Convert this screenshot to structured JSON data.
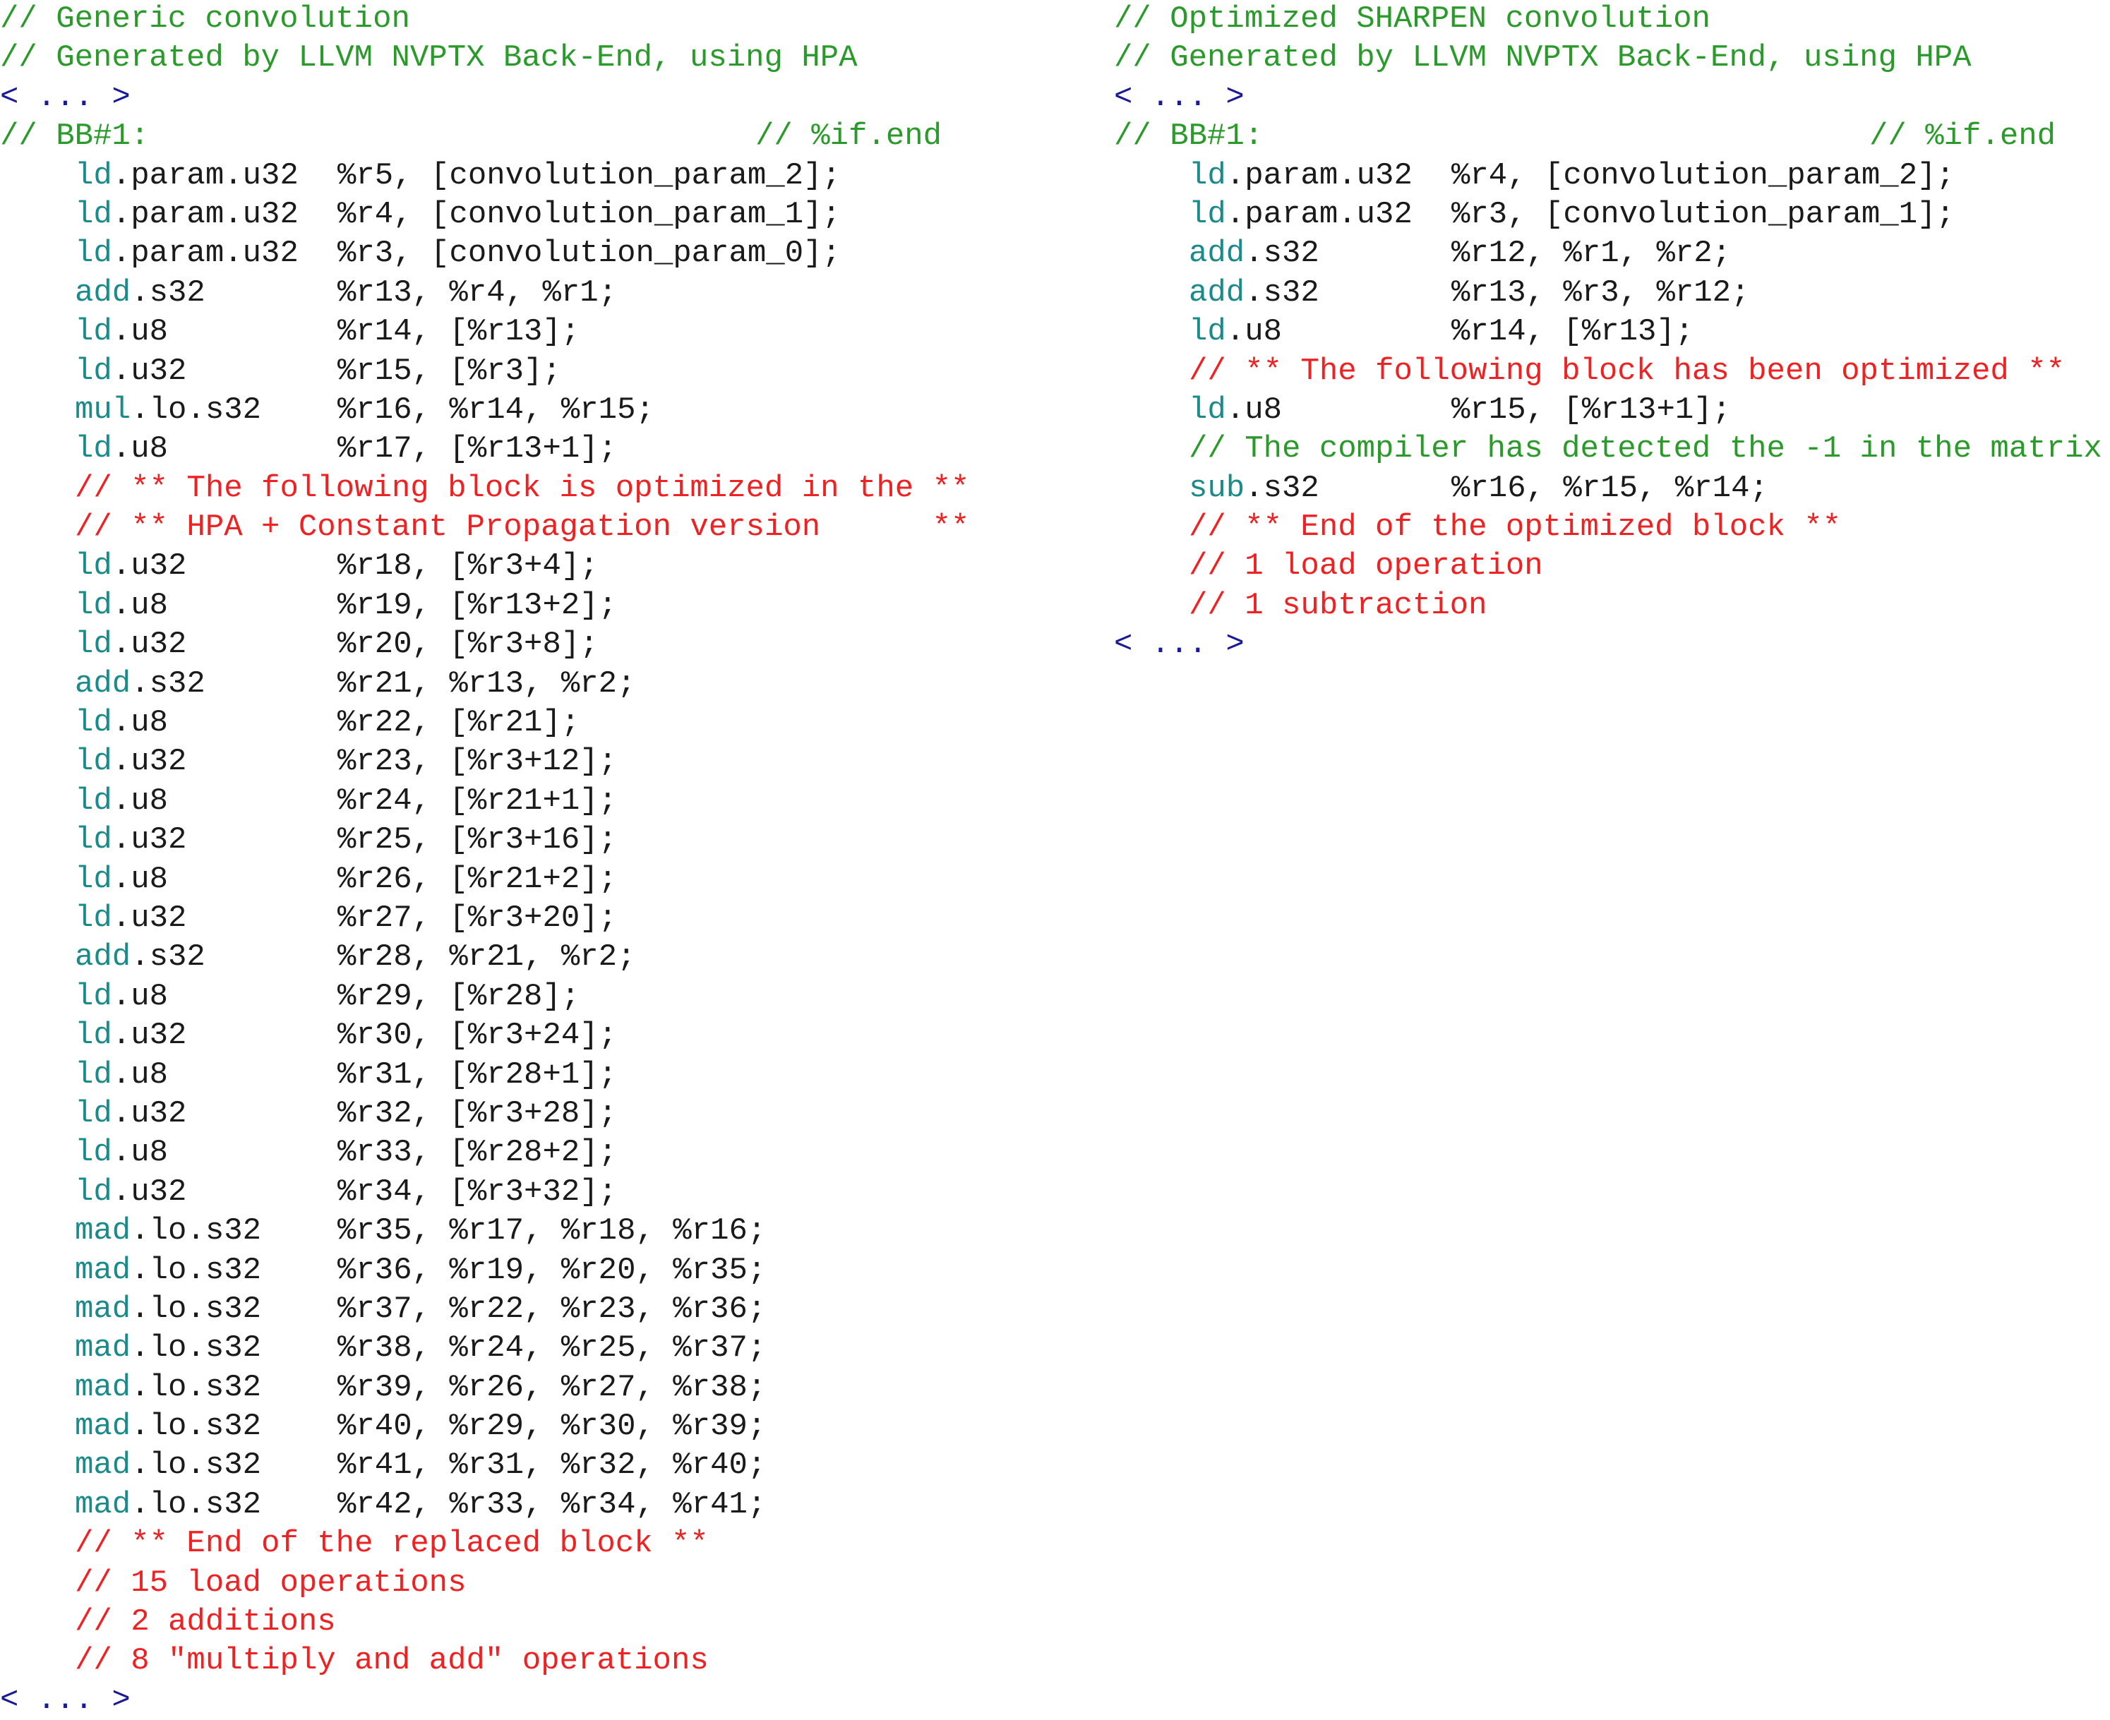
{
  "colors": {
    "comment": "#2a9a2a",
    "highlight_comment": "#ee2222",
    "ellipsis": "#1a1a99",
    "opcode": "#1a8a8a",
    "text": "#1a1a1a"
  },
  "left": {
    "header": [
      "// Generic convolution",
      "// Generated by LLVM NVPTX Back-End, using HPA"
    ],
    "ellipsis_top": "< ... >",
    "bb_label": "// BB#1:",
    "bb_tag": "// %if.end",
    "lines": [
      {
        "kind": "ins",
        "op": "ld",
        "sfx": ".param.u32",
        "args": "%r5, [convolution_param_2];"
      },
      {
        "kind": "ins",
        "op": "ld",
        "sfx": ".param.u32",
        "args": "%r4, [convolution_param_1];"
      },
      {
        "kind": "ins",
        "op": "ld",
        "sfx": ".param.u32",
        "args": "%r3, [convolution_param_0];"
      },
      {
        "kind": "ins",
        "op": "add",
        "sfx": ".s32",
        "args": "%r13, %r4, %r1;"
      },
      {
        "kind": "ins",
        "op": "ld",
        "sfx": ".u8",
        "args": "%r14, [%r13];"
      },
      {
        "kind": "ins",
        "op": "ld",
        "sfx": ".u32",
        "args": "%r15, [%r3];"
      },
      {
        "kind": "ins",
        "op": "mul",
        "sfx": ".lo.s32",
        "args": "%r16, %r14, %r15;"
      },
      {
        "kind": "ins",
        "op": "ld",
        "sfx": ".u8",
        "args": "%r17, [%r13+1];"
      },
      {
        "kind": "red",
        "text": "// ** The following block is optimized in the **"
      },
      {
        "kind": "red",
        "text": "// ** HPA + Constant Propagation version      **"
      },
      {
        "kind": "ins",
        "op": "ld",
        "sfx": ".u32",
        "args": "%r18, [%r3+4];"
      },
      {
        "kind": "ins",
        "op": "ld",
        "sfx": ".u8",
        "args": "%r19, [%r13+2];"
      },
      {
        "kind": "ins",
        "op": "ld",
        "sfx": ".u32",
        "args": "%r20, [%r3+8];"
      },
      {
        "kind": "ins",
        "op": "add",
        "sfx": ".s32",
        "args": "%r21, %r13, %r2;"
      },
      {
        "kind": "ins",
        "op": "ld",
        "sfx": ".u8",
        "args": "%r22, [%r21];"
      },
      {
        "kind": "ins",
        "op": "ld",
        "sfx": ".u32",
        "args": "%r23, [%r3+12];"
      },
      {
        "kind": "ins",
        "op": "ld",
        "sfx": ".u8",
        "args": "%r24, [%r21+1];"
      },
      {
        "kind": "ins",
        "op": "ld",
        "sfx": ".u32",
        "args": "%r25, [%r3+16];"
      },
      {
        "kind": "ins",
        "op": "ld",
        "sfx": ".u8",
        "args": "%r26, [%r21+2];"
      },
      {
        "kind": "ins",
        "op": "ld",
        "sfx": ".u32",
        "args": "%r27, [%r3+20];"
      },
      {
        "kind": "ins",
        "op": "add",
        "sfx": ".s32",
        "args": "%r28, %r21, %r2;"
      },
      {
        "kind": "ins",
        "op": "ld",
        "sfx": ".u8",
        "args": "%r29, [%r28];"
      },
      {
        "kind": "ins",
        "op": "ld",
        "sfx": ".u32",
        "args": "%r30, [%r3+24];"
      },
      {
        "kind": "ins",
        "op": "ld",
        "sfx": ".u8",
        "args": "%r31, [%r28+1];"
      },
      {
        "kind": "ins",
        "op": "ld",
        "sfx": ".u32",
        "args": "%r32, [%r3+28];"
      },
      {
        "kind": "ins",
        "op": "ld",
        "sfx": ".u8",
        "args": "%r33, [%r28+2];"
      },
      {
        "kind": "ins",
        "op": "ld",
        "sfx": ".u32",
        "args": "%r34, [%r3+32];"
      },
      {
        "kind": "ins",
        "op": "mad",
        "sfx": ".lo.s32",
        "args": "%r35, %r17, %r18, %r16;"
      },
      {
        "kind": "ins",
        "op": "mad",
        "sfx": ".lo.s32",
        "args": "%r36, %r19, %r20, %r35;"
      },
      {
        "kind": "ins",
        "op": "mad",
        "sfx": ".lo.s32",
        "args": "%r37, %r22, %r23, %r36;"
      },
      {
        "kind": "ins",
        "op": "mad",
        "sfx": ".lo.s32",
        "args": "%r38, %r24, %r25, %r37;"
      },
      {
        "kind": "ins",
        "op": "mad",
        "sfx": ".lo.s32",
        "args": "%r39, %r26, %r27, %r38;"
      },
      {
        "kind": "ins",
        "op": "mad",
        "sfx": ".lo.s32",
        "args": "%r40, %r29, %r30, %r39;"
      },
      {
        "kind": "ins",
        "op": "mad",
        "sfx": ".lo.s32",
        "args": "%r41, %r31, %r32, %r40;"
      },
      {
        "kind": "ins",
        "op": "mad",
        "sfx": ".lo.s32",
        "args": "%r42, %r33, %r34, %r41;"
      },
      {
        "kind": "red",
        "text": "// ** End of the replaced block **"
      },
      {
        "kind": "red",
        "text": "// 15 load operations"
      },
      {
        "kind": "red",
        "text": "// 2 additions"
      },
      {
        "kind": "red",
        "text": "// 8 \"multiply and add\" operations"
      }
    ],
    "ellipsis_bottom": "< ... >"
  },
  "right": {
    "header": [
      "// Optimized SHARPEN convolution",
      "// Generated by LLVM NVPTX Back-End, using HPA"
    ],
    "ellipsis_top": "< ... >",
    "bb_label": "// BB#1:",
    "bb_tag": "// %if.end",
    "lines": [
      {
        "kind": "ins",
        "op": "ld",
        "sfx": ".param.u32",
        "args": "%r4, [convolution_param_2];"
      },
      {
        "kind": "ins",
        "op": "ld",
        "sfx": ".param.u32",
        "args": "%r3, [convolution_param_1];"
      },
      {
        "kind": "ins",
        "op": "add",
        "sfx": ".s32",
        "args": "%r12, %r1, %r2;"
      },
      {
        "kind": "ins",
        "op": "add",
        "sfx": ".s32",
        "args": "%r13, %r3, %r12;"
      },
      {
        "kind": "ins",
        "op": "ld",
        "sfx": ".u8",
        "args": "%r14, [%r13];"
      },
      {
        "kind": "red",
        "text": "// ** The following block has been optimized **"
      },
      {
        "kind": "ins",
        "op": "ld",
        "sfx": ".u8",
        "args": "%r15, [%r13+1];"
      },
      {
        "kind": "com",
        "text": "// The compiler has detected the -1 in the matrix"
      },
      {
        "kind": "ins",
        "op": "sub",
        "sfx": ".s32",
        "args": "%r16, %r15, %r14;"
      },
      {
        "kind": "red",
        "text": "// ** End of the optimized block **"
      },
      {
        "kind": "red",
        "text": "// 1 load operation"
      },
      {
        "kind": "red",
        "text": "// 1 subtraction"
      }
    ],
    "ellipsis_bottom": "< ... >"
  }
}
